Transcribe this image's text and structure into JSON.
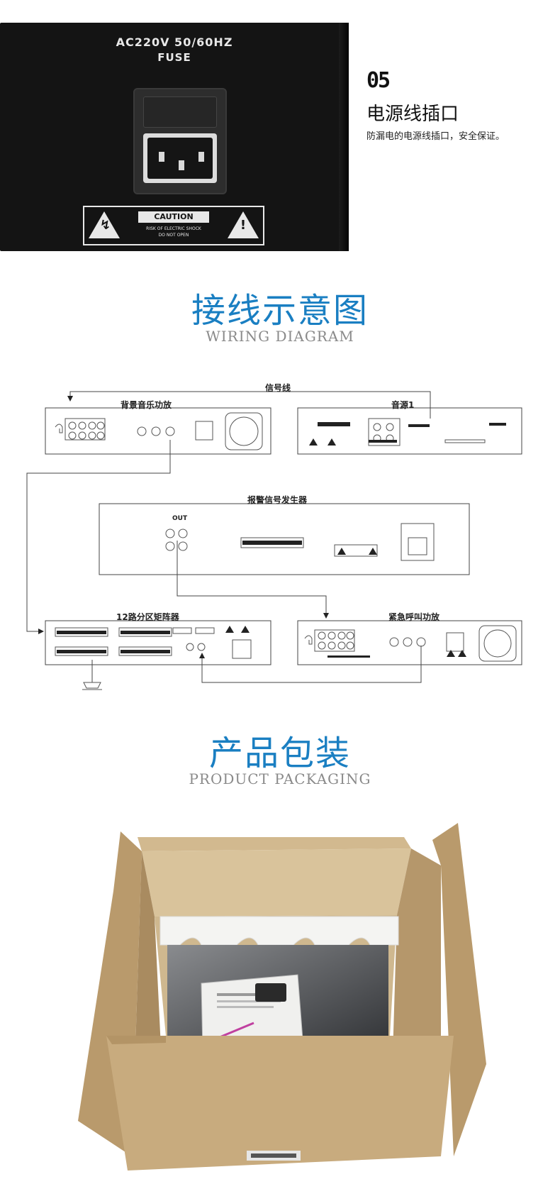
{
  "section05": {
    "number": "05",
    "title": "电源线插口",
    "description": "防漏电的电源线插口，安全保证。",
    "panel_line1": "AC220V 50/60HZ",
    "panel_line2": "FUSE",
    "caution_title": "CAUTION",
    "caution_line1": "RISK OF ELECTRIC SHOCK",
    "caution_line2": "DO NOT OPEN"
  },
  "wiring": {
    "heading_cn": "接线示意图",
    "heading_en": "WIRING DIAGRAM",
    "signal_line": "信号线",
    "bg_amp": "背景音乐功放",
    "source": "音源1",
    "alarm": "报警信号发生器",
    "out": "OUT",
    "matrix": "12路分区矩阵器",
    "emergency_amp": "紧急呼叫功放"
  },
  "packaging": {
    "heading_cn": "产品包装",
    "heading_en": "PRODUCT PACKAGING"
  },
  "colors": {
    "accent": "#1a7fc2",
    "subtitle": "#8a8a8a",
    "cardboard": "#c8ab7e"
  }
}
